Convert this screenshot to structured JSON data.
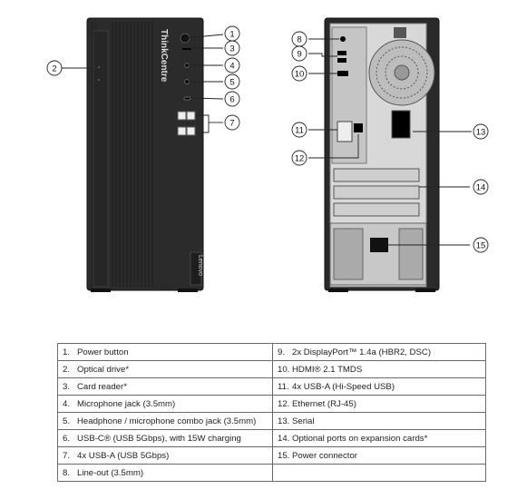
{
  "front": {
    "brand_vertical": "ThinkCentre",
    "brand_badge": "Lenovo"
  },
  "callouts": [
    {
      "id": "1",
      "label": "1"
    },
    {
      "id": "2",
      "label": "2"
    },
    {
      "id": "3",
      "label": "3"
    },
    {
      "id": "4",
      "label": "4"
    },
    {
      "id": "5",
      "label": "5"
    },
    {
      "id": "6",
      "label": "6"
    },
    {
      "id": "7",
      "label": "7"
    },
    {
      "id": "8",
      "label": "8"
    },
    {
      "id": "9",
      "label": "9"
    },
    {
      "id": "10",
      "label": "10"
    },
    {
      "id": "11",
      "label": "11"
    },
    {
      "id": "12",
      "label": "12"
    },
    {
      "id": "13",
      "label": "13"
    },
    {
      "id": "14",
      "label": "14"
    },
    {
      "id": "15",
      "label": "15"
    }
  ],
  "legend": {
    "rows": [
      [
        {
          "num": "1.",
          "text": "Power button"
        },
        {
          "num": "9.",
          "text": "2x DisplayPort™ 1.4a (HBR2, DSC)"
        }
      ],
      [
        {
          "num": "2.",
          "text": "Optical drive*"
        },
        {
          "num": "10.",
          "text": "HDMI® 2.1 TMDS"
        }
      ],
      [
        {
          "num": "3.",
          "text": "Card reader*"
        },
        {
          "num": "11.",
          "text": "4x USB-A (Hi-Speed USB)"
        }
      ],
      [
        {
          "num": "4.",
          "text": "Microphone jack (3.5mm)"
        },
        {
          "num": "12.",
          "text": "Ethernet (RJ-45)"
        }
      ],
      [
        {
          "num": "5.",
          "text": "Headphone / microphone combo jack (3.5mm)"
        },
        {
          "num": "13.",
          "text": "Serial"
        }
      ],
      [
        {
          "num": "6.",
          "text": "USB-C® (USB 5Gbps), with 15W charging"
        },
        {
          "num": "14.",
          "text": "Optional ports on expansion cards*"
        }
      ],
      [
        {
          "num": "7.",
          "text": "4x USB-A (USB 5Gbps)"
        },
        {
          "num": "15.",
          "text": "Power connector"
        }
      ],
      [
        {
          "num": "8.",
          "text": "Line-out (3.5mm)"
        },
        {
          "num": "",
          "text": ""
        }
      ]
    ]
  }
}
